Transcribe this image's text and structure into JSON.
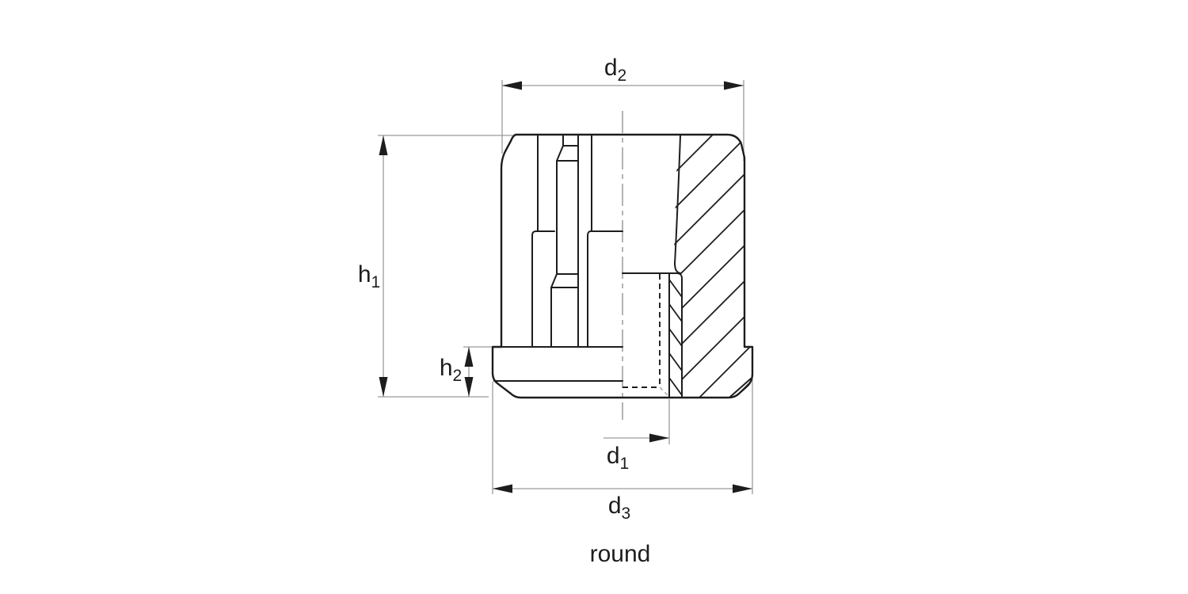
{
  "figure": {
    "caption": "round",
    "labels": {
      "d1": {
        "base": "d",
        "sub": "1"
      },
      "d2": {
        "base": "d",
        "sub": "2"
      },
      "d3": {
        "base": "d",
        "sub": "3"
      },
      "h1": {
        "base": "h",
        "sub": "1"
      },
      "h2": {
        "base": "h",
        "sub": "2"
      }
    },
    "colors": {
      "object_line": "#1d1d1b",
      "dimension_line": "#9b9b9b",
      "centerline": "#8a8a8a",
      "muted_line": "#a6a6a6",
      "background": "#ffffff"
    }
  }
}
